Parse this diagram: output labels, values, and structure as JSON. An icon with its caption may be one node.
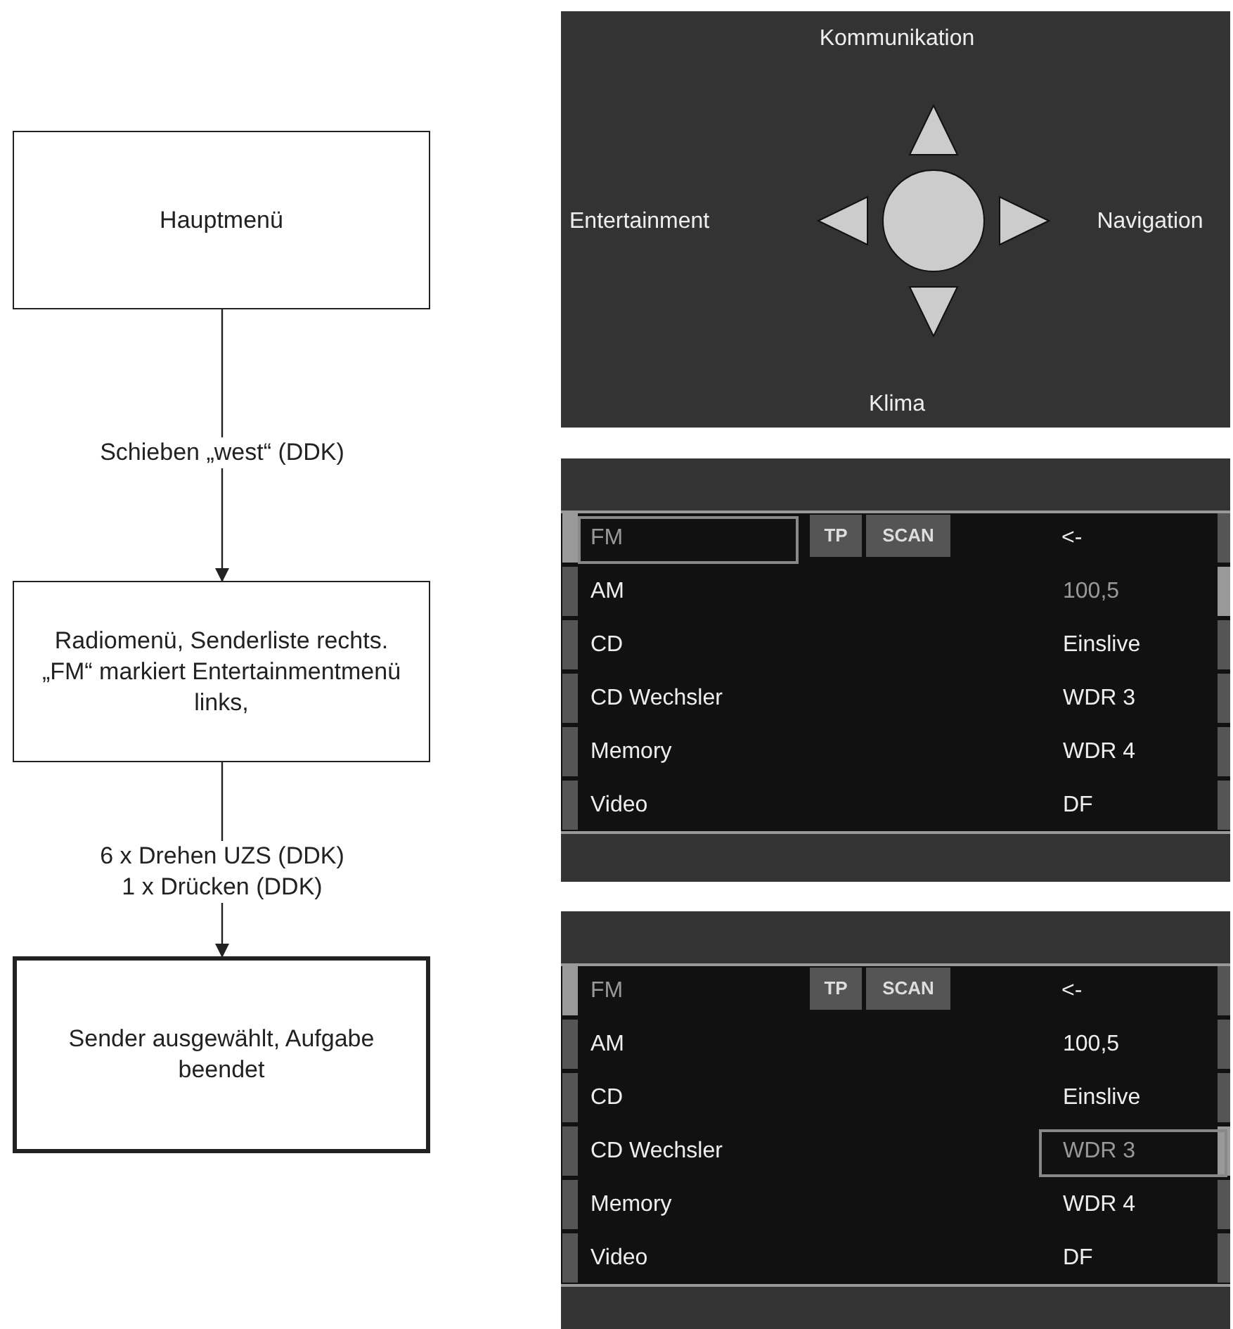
{
  "diagram": {
    "nodes": [
      {
        "text": [
          "Hauptmenü"
        ]
      },
      {
        "text": [
          "Radiomenü, Senderliste rechts. „FM“ markiert Entertainmentmenü links,"
        ]
      },
      {
        "text": [
          "Sender ausgewählt, Aufgabe beendet"
        ]
      }
    ],
    "edges": [
      {
        "from": 0,
        "to": 1,
        "arrow": "to",
        "label": "Schieben „west“ (DDK)"
      },
      {
        "from": 1,
        "to": 2,
        "arrow": "to",
        "label": "6 x Drehen UZS (DDK) 1 x Drücken (DDK)"
      }
    ],
    "labels": [
      "Kommunikation",
      "Entertainment",
      "Navigation",
      "Klima",
      "FM",
      "TP",
      "SCAN",
      "<-",
      "AM",
      "100,5",
      "CD",
      "Einslive",
      "CD Wechsler",
      "WDR 3",
      "Memory",
      "WDR 4",
      "Video",
      "DF",
      "FM",
      "TP",
      "SCAN",
      "<-",
      "AM",
      "100,5",
      "CD",
      "Einslive",
      "CD Wechsler",
      "WDR 3",
      "Memory",
      "WDR 4",
      "Video",
      "DF"
    ]
  }
}
